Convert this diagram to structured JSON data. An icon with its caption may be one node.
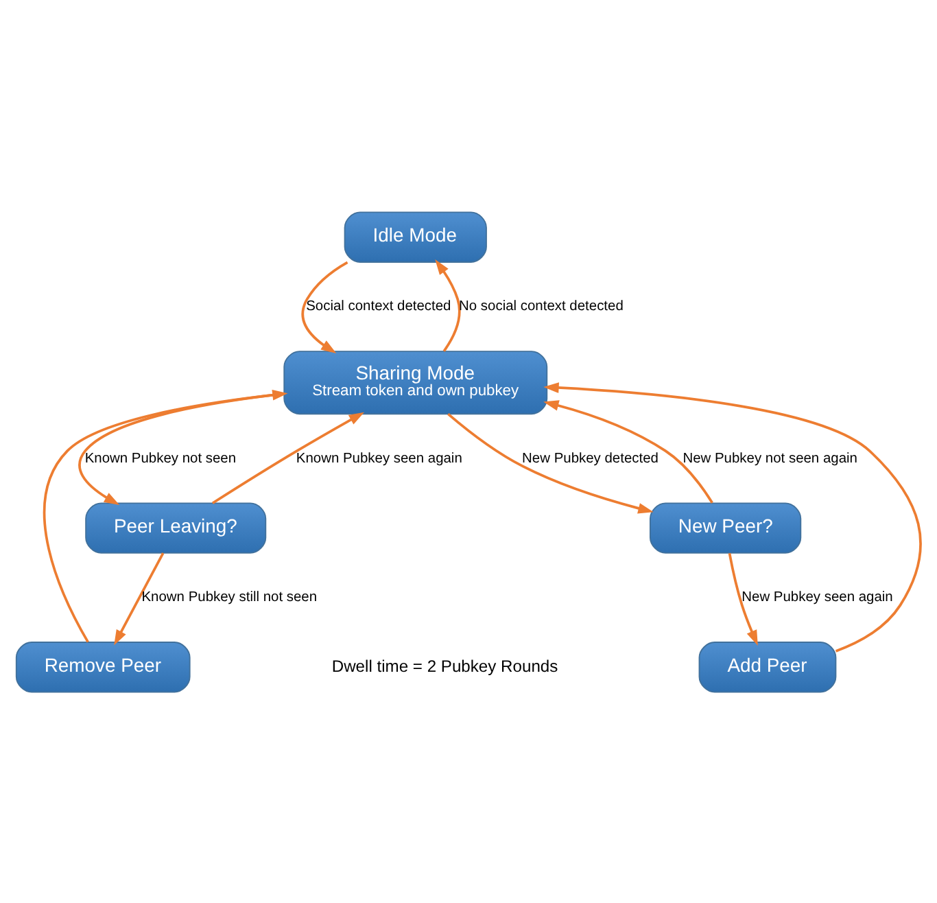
{
  "diagram": {
    "nodes": [
      {
        "text": [
          "Idle Mode"
        ]
      },
      {
        "text": [
          "Sharing Mode",
          "Stream token and own pubkey"
        ]
      },
      {
        "text": [
          "Peer Leaving?"
        ]
      },
      {
        "text": [
          "New Peer?"
        ]
      },
      {
        "text": [
          "Remove Peer"
        ]
      },
      {
        "text": [
          "Add Peer"
        ]
      }
    ],
    "edges": [
      {
        "from": 0,
        "to": 1,
        "arrow": "to",
        "label": "Social context detected"
      },
      {
        "from": 1,
        "to": 0,
        "arrow": "to",
        "label": "No social context detected"
      },
      {
        "from": 1,
        "to": 2,
        "arrow": "to",
        "label": "Known Pubkey not seen"
      },
      {
        "from": 2,
        "to": 1,
        "arrow": "to",
        "label": "Known Pubkey seen again"
      },
      {
        "from": 1,
        "to": 3,
        "arrow": "to",
        "label": "New Pubkey detected"
      },
      {
        "from": 3,
        "to": 1,
        "arrow": "to",
        "label": "New Pubkey not seen again"
      },
      {
        "from": 2,
        "to": 4,
        "arrow": "to",
        "label": "Known Pubkey still not seen"
      },
      {
        "from": 3,
        "to": 5,
        "arrow": "to",
        "label": "New Pubkey seen again"
      },
      {
        "from": 4,
        "to": 1,
        "arrow": "to"
      },
      {
        "from": 5,
        "to": 1,
        "arrow": "to"
      }
    ],
    "labels": [
      "Dwell time = 2 Pubkey Rounds"
    ]
  }
}
